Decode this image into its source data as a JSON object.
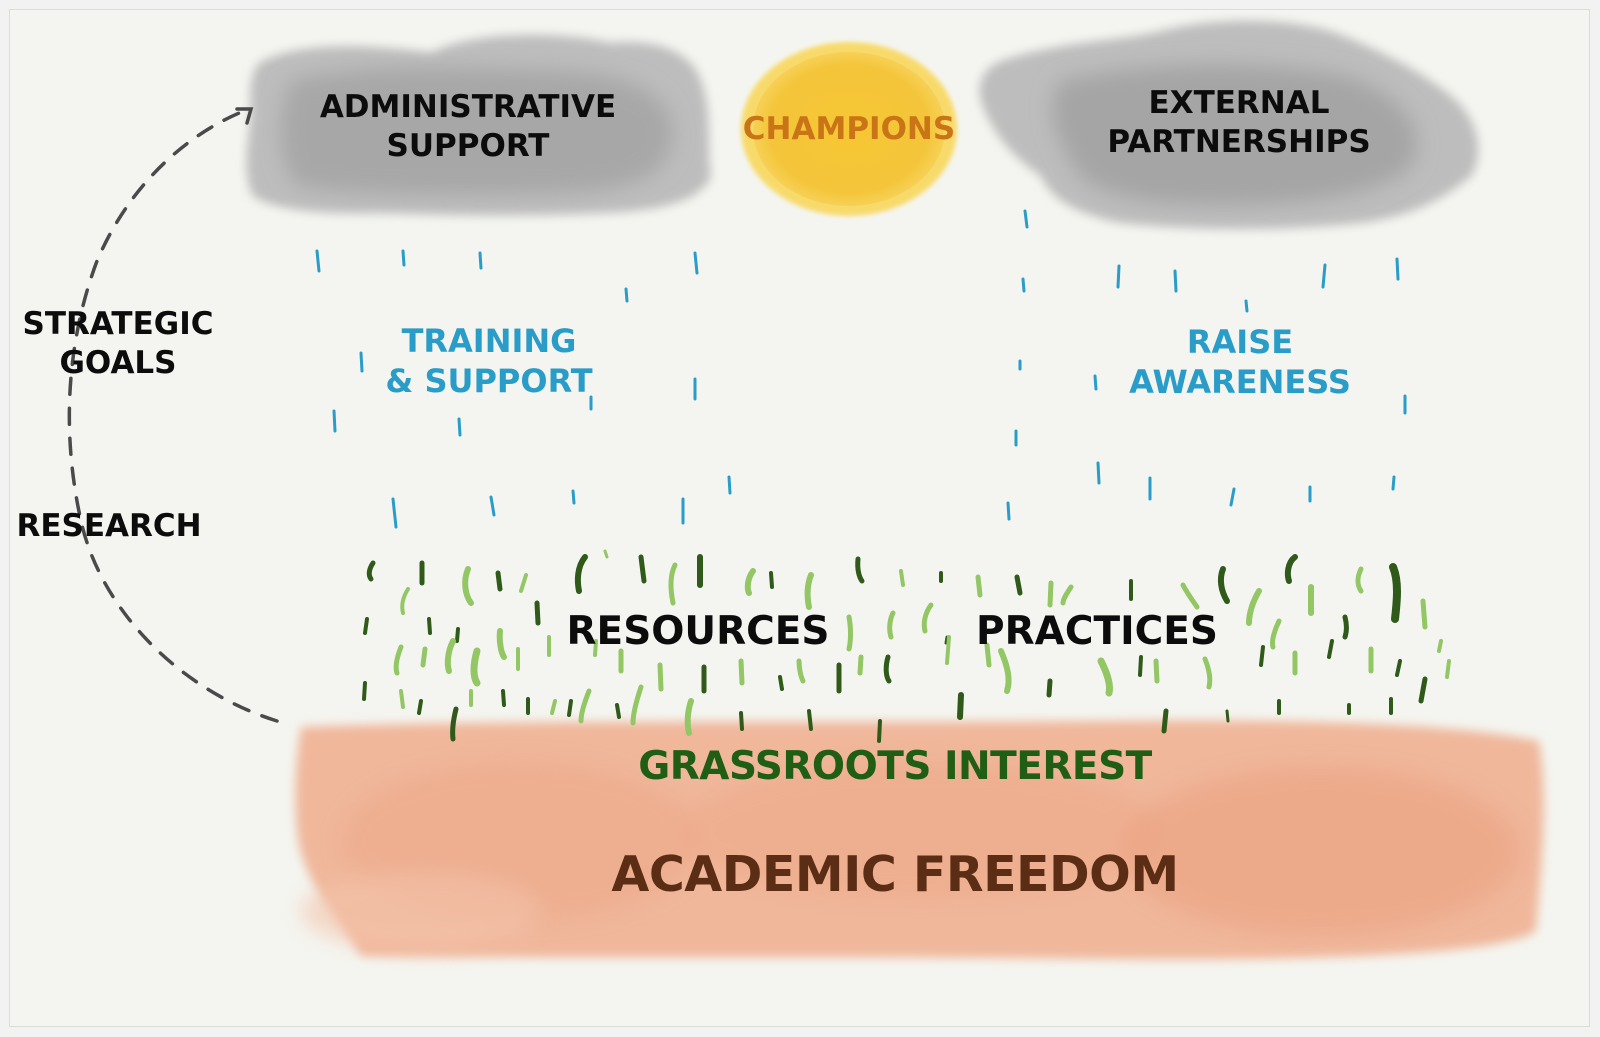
{
  "diagram": {
    "clouds": [
      {
        "id": "administrative-support",
        "lines": [
          "ADMINISTRATIVE",
          "SUPPORT"
        ]
      },
      {
        "id": "external-partnerships",
        "lines": [
          "EXTERNAL",
          "PARTNERSHIPS"
        ]
      }
    ],
    "sun": {
      "label": "CHAMPIONS"
    },
    "rain_labels": [
      {
        "id": "training-support",
        "lines": [
          "TRAINING",
          "& SUPPORT"
        ]
      },
      {
        "id": "raise-awareness",
        "lines": [
          "RAISE",
          "AWARENESS"
        ]
      }
    ],
    "cycle_labels": [
      {
        "id": "strategic-goals",
        "lines": [
          "STRATEGIC",
          "GOALS"
        ]
      },
      {
        "id": "research",
        "lines": [
          "RESEARCH"
        ]
      }
    ],
    "grass_labels": [
      {
        "id": "resources",
        "label": "RESOURCES"
      },
      {
        "id": "practices",
        "label": "PRACTICES"
      }
    ],
    "soil": {
      "top_label": "GRASSROOTS INTEREST",
      "bottom_label": "ACADEMIC FREEDOM"
    },
    "colors": {
      "background": "#f4f5f0",
      "cloud": "#a9a9a9",
      "sun": "#f2c232",
      "sun_text": "#c97416",
      "rain": "#2a9cc8",
      "grass_dark": "#2f5a1a",
      "grass_light": "#93c664",
      "soil": "#eea98a",
      "grassroots_text": "#1f5e14",
      "academic_text": "#5a2d14",
      "arrow": "#4a4a4a"
    }
  }
}
